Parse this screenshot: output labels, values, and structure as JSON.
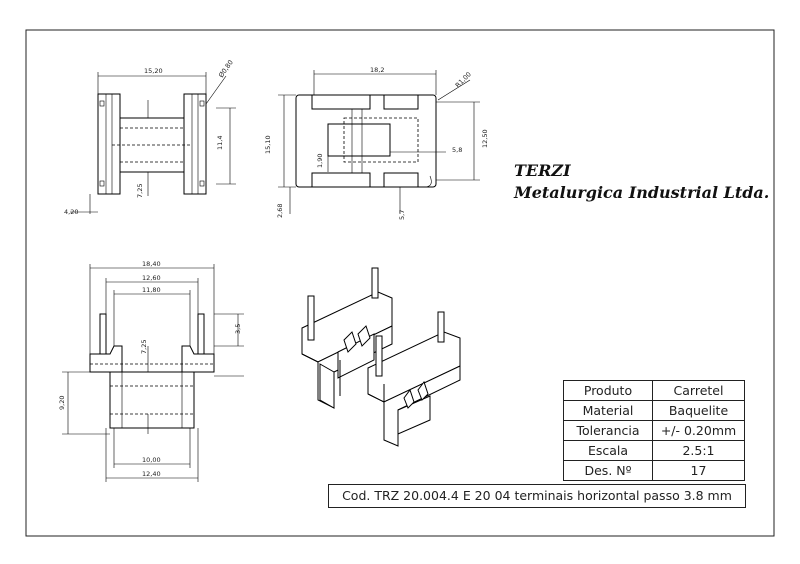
{
  "company": {
    "name": "TERZI",
    "subtitle": "Metalurgica Industrial Ltda."
  },
  "title_block": {
    "rows": [
      {
        "label": "Produto",
        "value": "Carretel"
      },
      {
        "label": "Material",
        "value": "Baquelite"
      },
      {
        "label": "Tolerancia",
        "value": "+/- 0.20mm"
      },
      {
        "label": "Escala",
        "value": "2.5:1"
      },
      {
        "label": "Des. Nº",
        "value": "17"
      }
    ],
    "code": "Cod. TRZ 20.004.4 E 20 04 terminais horizontal passo 3.8 mm"
  },
  "dimensions": {
    "front_width": "15,20",
    "front_pin": "Ø0,80",
    "front_height": "11,4",
    "front_pitch": "7,25",
    "front_offset": "4,20",
    "side_width": "18,2",
    "side_radius": "R1,00",
    "side_height": "15,10",
    "side_total": "12,50",
    "side_core": "5,8",
    "side_slot": "1,90",
    "side_base": "2,68",
    "side_bottom": "5,7",
    "bottom_total": "18,40",
    "bottom_flange": "12,60",
    "bottom_inner": "11,80",
    "bottom_mid": "7,25",
    "bottom_pin": "3,5",
    "bottom_height": "9,20",
    "bottom_core": "10,00",
    "bottom_base": "12,40"
  }
}
